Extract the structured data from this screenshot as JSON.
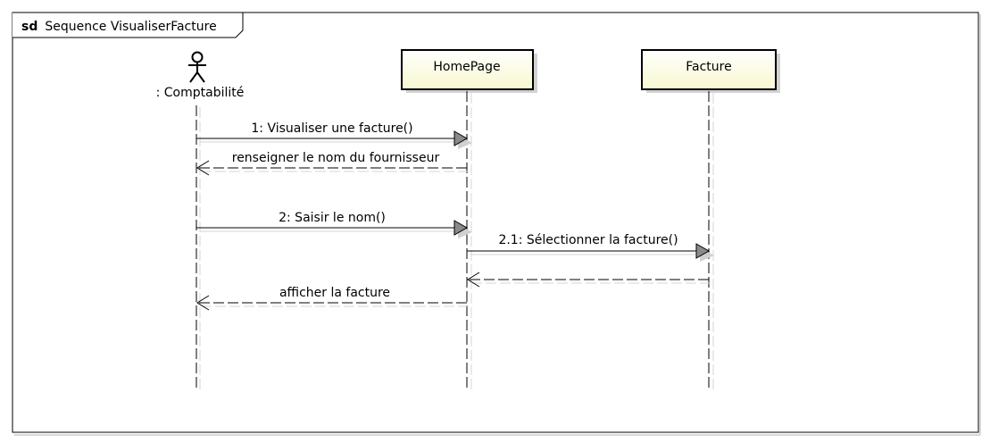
{
  "frame": {
    "keyword": "sd",
    "name": "Sequence VisualiserFacture"
  },
  "participants": [
    {
      "id": "actor",
      "label": ": Comptabilité",
      "kind": "actor"
    },
    {
      "id": "homepage",
      "label": "HomePage",
      "kind": "object"
    },
    {
      "id": "facture",
      "label": "Facture",
      "kind": "object"
    }
  ],
  "messages": [
    {
      "label": "1: Visualiser une facture()",
      "from": "actor",
      "to": "homepage",
      "kind": "sync"
    },
    {
      "label": "renseigner le nom du fournisseur",
      "from": "homepage",
      "to": "actor",
      "kind": "reply"
    },
    {
      "label": "2: Saisir le nom()",
      "from": "actor",
      "to": "homepage",
      "kind": "sync"
    },
    {
      "label": "2.1: Sélectionner la facture()",
      "from": "homepage",
      "to": "facture",
      "kind": "sync"
    },
    {
      "label": "",
      "from": "facture",
      "to": "homepage",
      "kind": "reply"
    },
    {
      "label": "afficher la facture",
      "from": "homepage",
      "to": "actor",
      "kind": "reply"
    }
  ],
  "colors": {
    "object_fill": "#fdfde0",
    "shadow": "#cfcfcf",
    "line": "#000000",
    "arrow_fill": "#8a8a8a"
  }
}
